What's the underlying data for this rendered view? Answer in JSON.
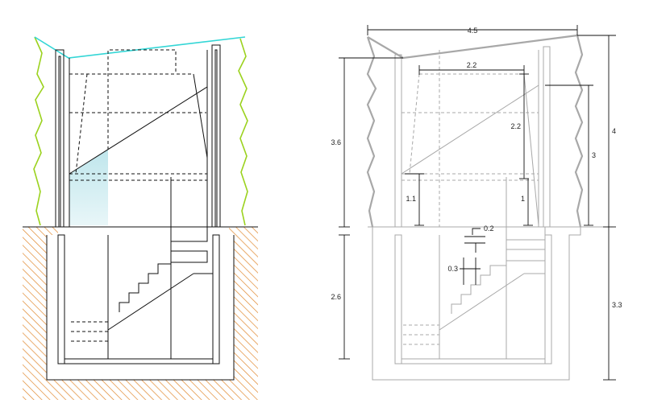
{
  "colors": {
    "roof_line": "#33d6d6",
    "terrain_line": "#9bd21e",
    "glass_fill": "#bfe6ec",
    "soil_hatch": "#e0882e",
    "drawing_black": "#111111",
    "drawing_grey": "#a8a8a8"
  },
  "dimensions": {
    "overall_width": "4.5",
    "upper_width": "2.2",
    "upper_height": "2.2",
    "left_above_grade": "3.6",
    "right_above_grade": "4",
    "inner_height": "3",
    "lower_left": "1.1",
    "lower_right": "1",
    "step_gap": "0.2",
    "step_riser": "0.3",
    "below_grade_left": "2.6",
    "below_grade_right": "3.3"
  }
}
